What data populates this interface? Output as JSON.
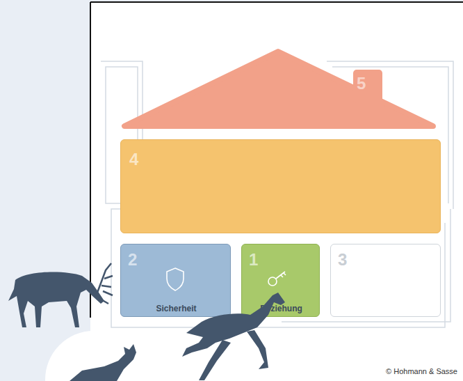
{
  "diagram": {
    "nodes": [
      {
        "text": [
          "5"
        ]
      },
      {
        "text": [
          "4"
        ]
      },
      {
        "text": [
          "2",
          "Sicherheit"
        ]
      },
      {
        "text": [
          "1",
          "Beziehung"
        ]
      },
      {
        "text": [
          "3"
        ]
      }
    ],
    "labels": [
      "© Hohmann & Sasse"
    ]
  }
}
